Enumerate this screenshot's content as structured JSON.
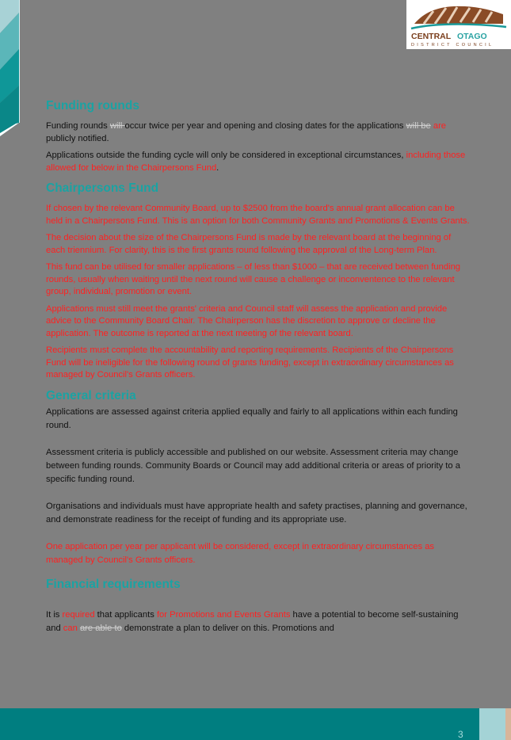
{
  "header": {
    "logo": {
      "line1_left": "CENTRAL",
      "line1_right": "OTAGO",
      "line2": "DISTRICT COUNCIL",
      "colors": {
        "mountain": "#8a4b26",
        "river": "#1a9a9a",
        "text_dark": "#7a3e1c",
        "text_teal": "#2aa3a3"
      }
    }
  },
  "sections": {
    "funding_rounds": {
      "heading": "Funding rounds",
      "p1": {
        "a": "Funding rounds ",
        "strike1": "will ",
        "b": "occur twice per year and opening and closing dates for the applications ",
        "strike2": "will be",
        "c": " ",
        "red1": "are",
        "d": " publicly notified."
      },
      "p2": {
        "a": "Applications outside the funding cycle will only be considered in exceptional circumstances, ",
        "red1": "including those allowed for below in the Chairpersons Fund",
        "b": "."
      }
    },
    "chairpersons_fund": {
      "heading": "Chairpersons Fund",
      "paragraphs": [
        "If chosen by the relevant Community Board, up to $2500 from the board's annual grant allocation can be held in a Chairpersons Fund. This is an option for both Community Grants and Promotions & Events Grants.",
        "The decision about the size of the Chairpersons Fund is made by the relevant board at the beginning of each triennium. For clarity, this is the first grants round following the approval of the Long-term Plan.",
        "This fund can be utilised for smaller applications – of less than $1000 – that are received between funding rounds, usually when waiting until the next round will cause a challenge or inconventence to the relevant group, individual, promotion or event.",
        "Applications must still meet the grants' criteria and Council staff will assess the application and provide advice to the Community Board Chair. The Chairperson has the discretion to approve or decline the application. The outcome is reported at the next meeting of the relevant board.",
        "Recipients must complete the accountability and reporting requirements. Recipients of the Chairpersons Fund will be ineligible for the following round of grants funding, except in extraordinary circumstances as managed by Council's Grants officers."
      ]
    },
    "general_criteria": {
      "heading": "General criteria",
      "p1": "Applications are assessed against criteria applied equally and fairly to all applications within each funding round.",
      "p2": "Assessment criteria is publicly accessible and published on our website. Assessment criteria may change between funding rounds. Community Boards or Council may add additional criteria or areas of priority to a specific funding round.",
      "p3": "Organisations and individuals must have appropriate health and safety practises, planning and governance, and demonstrate readiness for the receipt of funding and its appropriate use.",
      "p4_red": "One application per year per applicant will be considered, except in extraordinary circumstances as managed by Council's Grants officers."
    },
    "financial_requirements": {
      "heading": "Financial requirements",
      "p1": {
        "a": "It is ",
        "red1": "required",
        "b": " that applicants ",
        "red2": "for Promotions and Events Grants",
        "c": " have a potential to become self-sustaining and ",
        "red3": "can",
        "d": " ",
        "strike1": "are able to",
        "e": " demonstrate a plan to deliver on this. Promotions and"
      }
    }
  },
  "footer": {
    "page_number": "3",
    "colors": {
      "teal": "#007e80",
      "light": "#a4d3d6",
      "tan": "#d7b59a"
    }
  }
}
